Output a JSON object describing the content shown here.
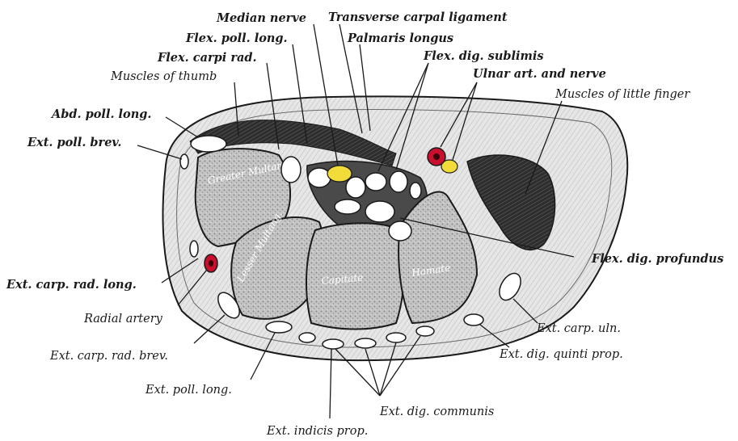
{
  "labels": {
    "median_nerve": "Median nerve",
    "transverse_carpal_ligament": "Transverse carpal ligament",
    "flex_poll_long": "Flex. poll. long.",
    "palmaris_longus": "Palmaris longus",
    "flex_carpi_rad": "Flex. carpi rad.",
    "flex_dig_sublimis": "Flex. dig. sublimis",
    "muscles_of_thumb": "Muscles of thumb",
    "ulnar_art_and_nerve": "Ulnar art. and nerve",
    "muscles_of_little_finger": "Muscles of little finger",
    "abd_poll_long": "Abd. poll. long.",
    "ext_poll_brev": "Ext. poll. brev.",
    "flex_dig_profundus": "Flex. dig. profundus",
    "ext_carp_rad_long": "Ext. carp. rad. long.",
    "radial_artery": "Radial artery",
    "ext_carp_uln": "Ext. carp. uln.",
    "ext_carp_rad_brev": "Ext. carp. rad. brev.",
    "ext_dig_quinti_prop": "Ext. dig. quinti prop.",
    "ext_poll_long": "Ext. poll. long.",
    "ext_dig_communis": "Ext. dig. communis",
    "ext_indicis_prop": "Ext. indicis prop."
  },
  "bones": {
    "greater_multang": "Greater Multang.",
    "lesser_multang": "Lesser Multang.",
    "capitate": "Capitate",
    "hamate": "Hamate"
  },
  "colors": {
    "artery": "#c8102e",
    "nerve": "#f2dc3a",
    "bone": "#b8b8b8",
    "tissue": "#e2e2e2",
    "muscle": "#3a3a3a",
    "background": "#ffffff"
  }
}
